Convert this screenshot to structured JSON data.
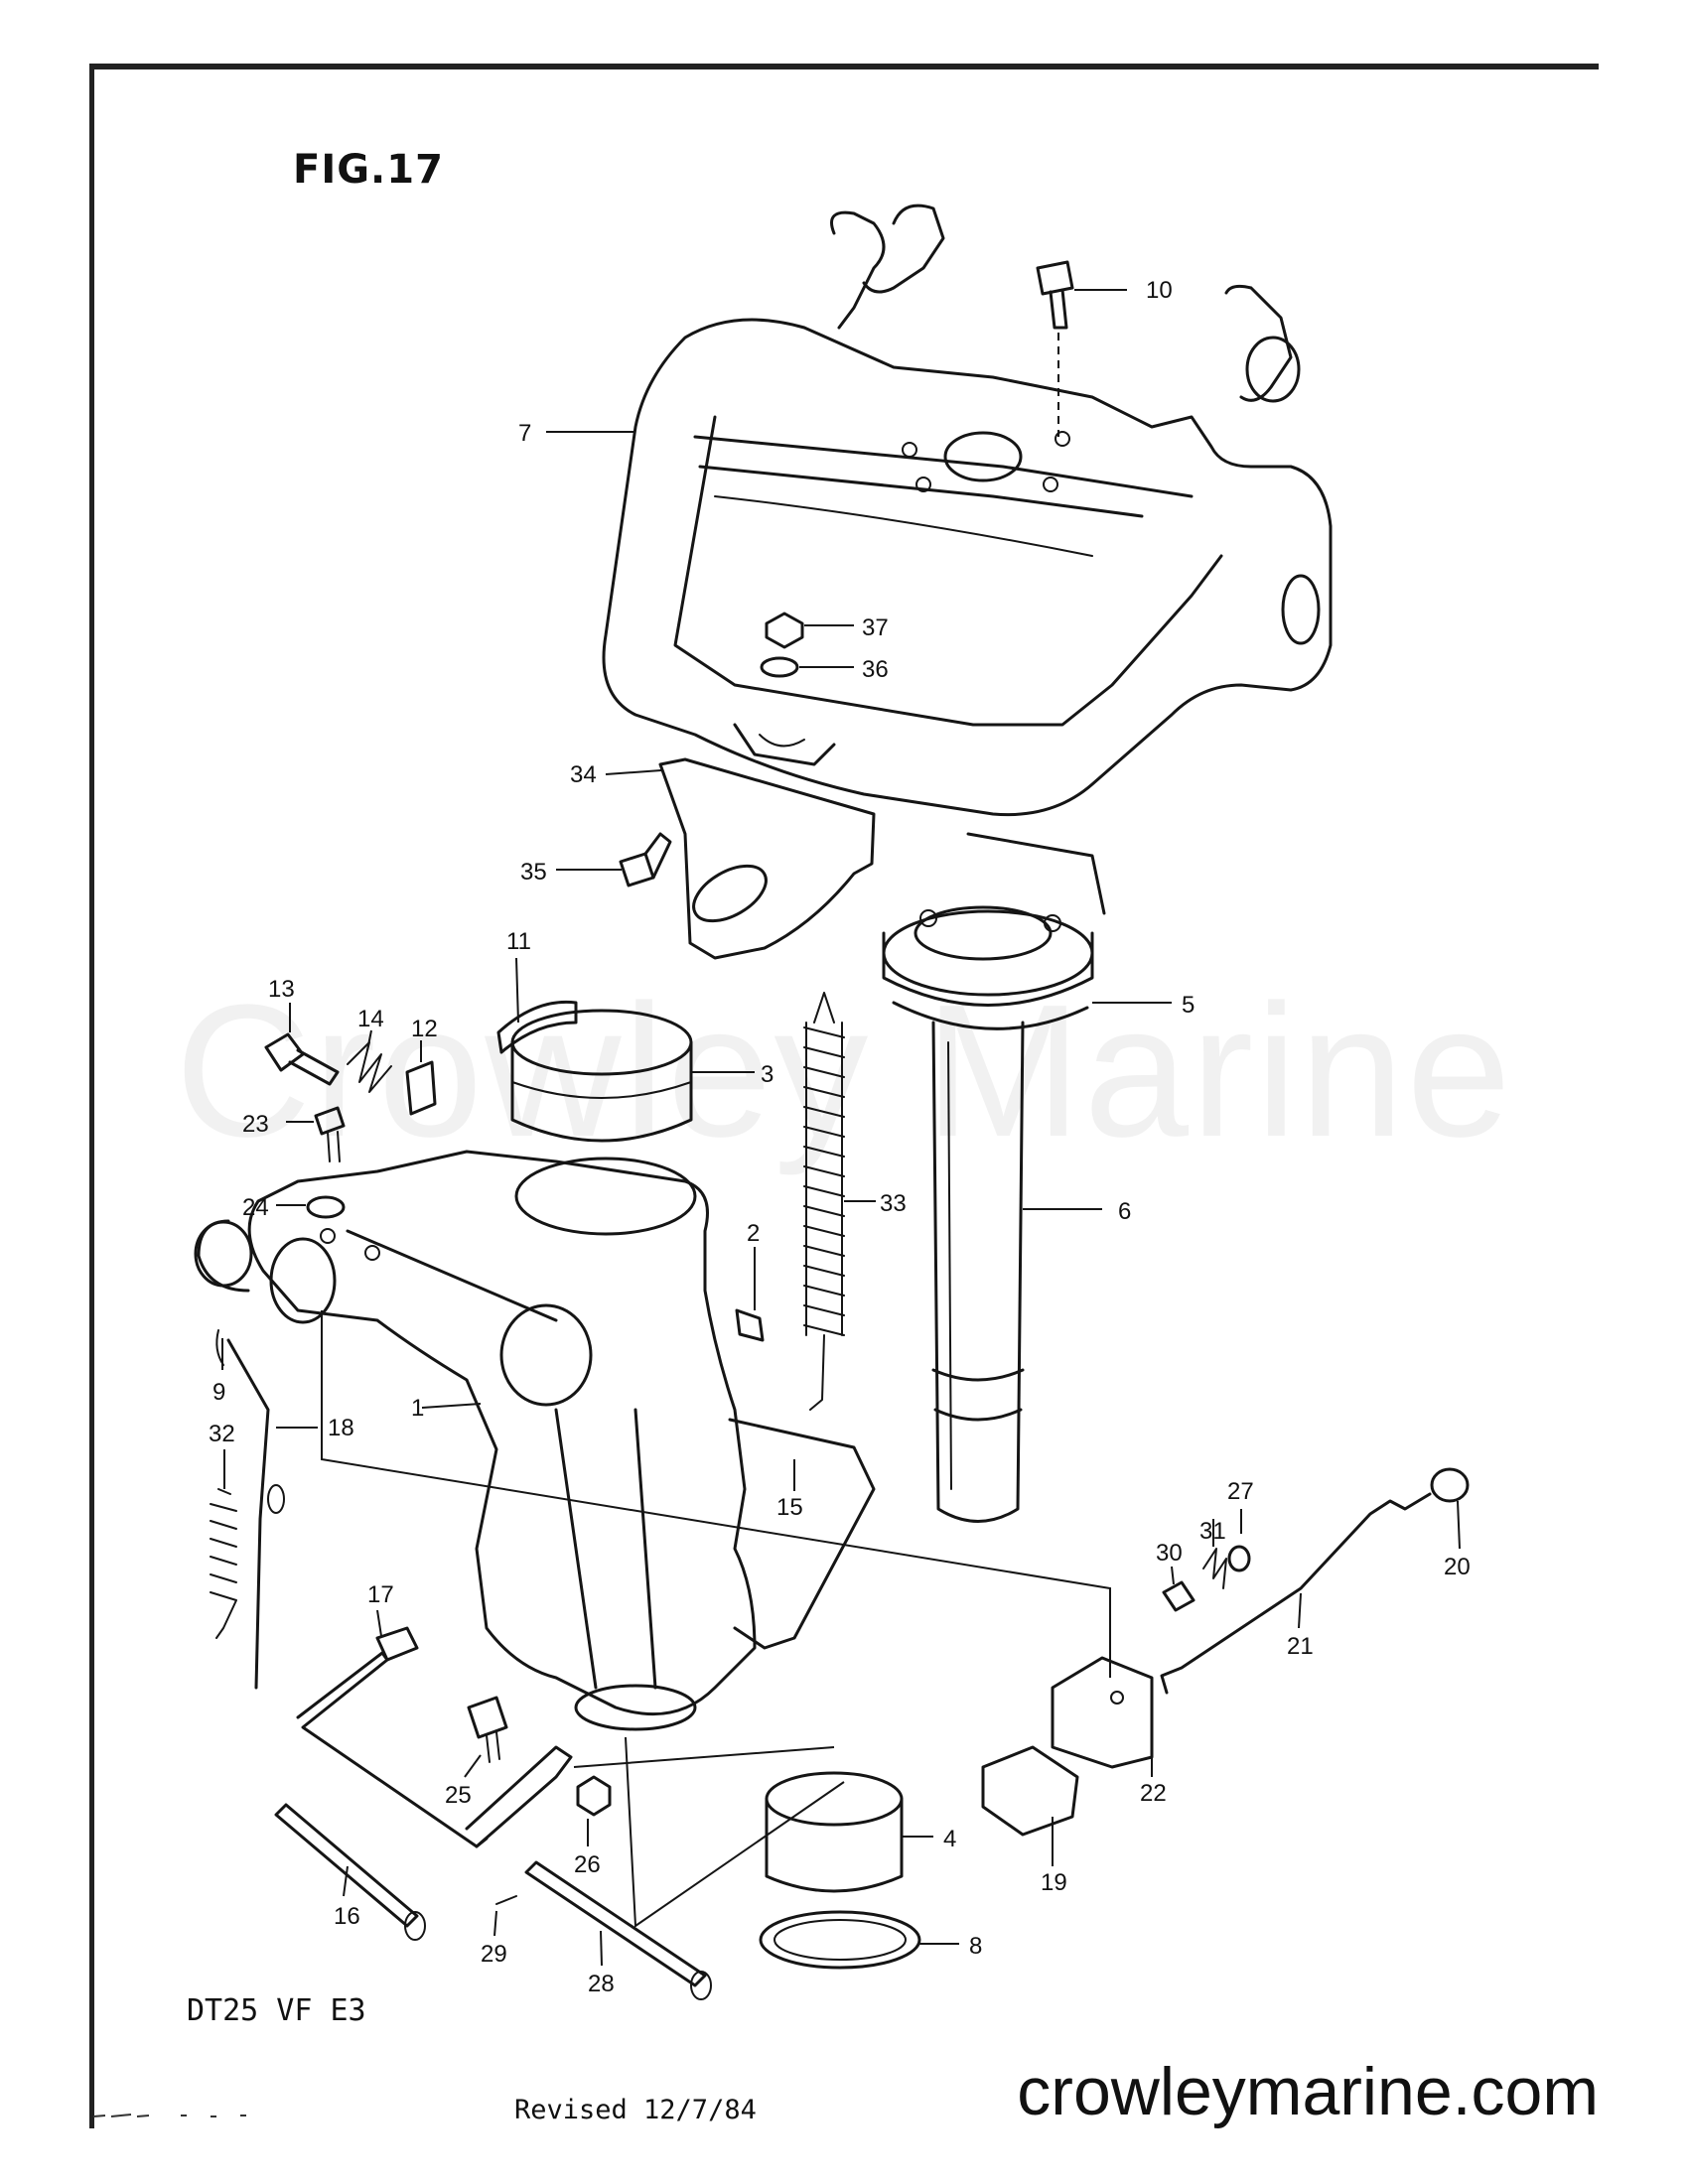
{
  "figure": {
    "title": "FIG.17"
  },
  "watermark": "Crowley Marine",
  "footer": {
    "model": "DT25 VF E3",
    "revised": "Revised 12/7/84",
    "website": "crowleymarine.com"
  },
  "callouts": {
    "c1": "1",
    "c2": "2",
    "c3": "3",
    "c4": "4",
    "c5": "5",
    "c6": "6",
    "c7": "7",
    "c8": "8",
    "c9": "9",
    "c10": "10",
    "c11": "11",
    "c12": "12",
    "c13": "13",
    "c14": "14",
    "c15": "15",
    "c16": "16",
    "c17": "17",
    "c18": "18",
    "c19": "19",
    "c20": "20",
    "c21": "21",
    "c22": "22",
    "c23": "23",
    "c24": "24",
    "c25": "25",
    "c26": "26",
    "c27": "27",
    "c28": "28",
    "c29": "29",
    "c30": "30",
    "c31": "31",
    "c32": "32",
    "c33": "33",
    "c34": "34",
    "c35": "35",
    "c36": "36",
    "c37": "37"
  }
}
